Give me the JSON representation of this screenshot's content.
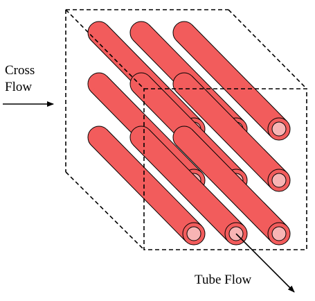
{
  "labels": {
    "cross_flow_line1": "Cross",
    "cross_flow_line2": "Flow",
    "tube_flow": "Tube Flow"
  },
  "tube_bank": {
    "rows": 3,
    "columns": 3,
    "tube_count": 9
  },
  "colors": {
    "tube_body": "#f25c5c",
    "tube_end": "#f8b4b4",
    "outline": "#000000",
    "box_lines": "#000000",
    "background": "#ffffff"
  }
}
